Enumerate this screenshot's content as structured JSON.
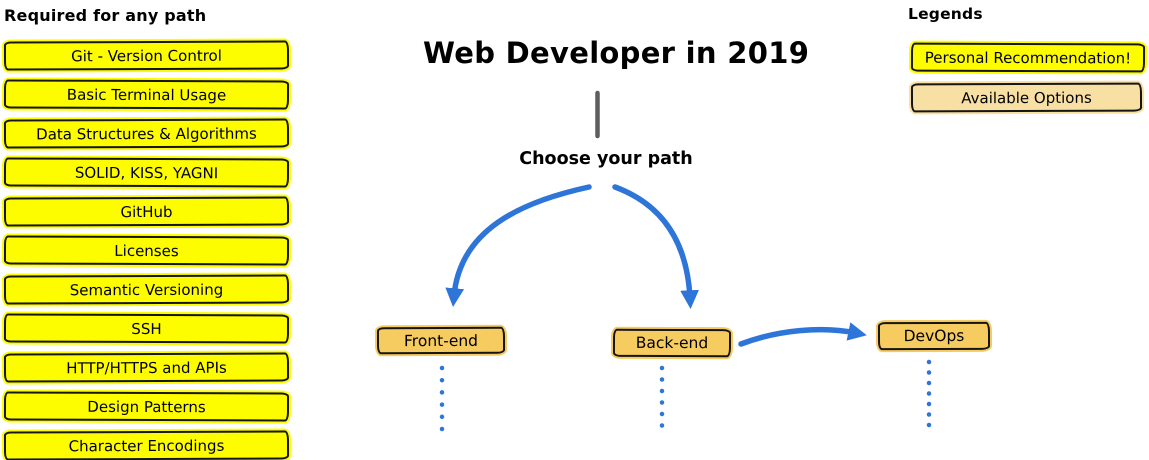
{
  "required_column": {
    "header": "Required for any path",
    "items": [
      "Git - Version Control",
      "Basic Terminal Usage",
      "Data Structures & Algorithms",
      "SOLID, KISS, YAGNI",
      "GitHub",
      "Licenses",
      "Semantic Versioning",
      "SSH",
      "HTTP/HTTPS and APIs",
      "Design Patterns",
      "Character Encodings"
    ]
  },
  "center": {
    "title": "Web Developer in 2019",
    "subtitle": "Choose your path",
    "path_nodes": [
      {
        "label": "Front-end"
      },
      {
        "label": "Back-end"
      },
      {
        "label": "DevOps"
      }
    ]
  },
  "legend": {
    "header": "Legends",
    "items": [
      {
        "label": "Personal Recommendation!",
        "style": "recommendation"
      },
      {
        "label": "Available Options",
        "style": "available"
      }
    ]
  },
  "colors": {
    "recommendation-fill": "#FDFD00",
    "path-node-fill": "#F6CB5F",
    "available-fill": "#F8DFA4",
    "arrow-blue": "#2E75D9",
    "connector-gray": "#5E5E5E",
    "box-border": "#151515",
    "text": "#000000"
  }
}
